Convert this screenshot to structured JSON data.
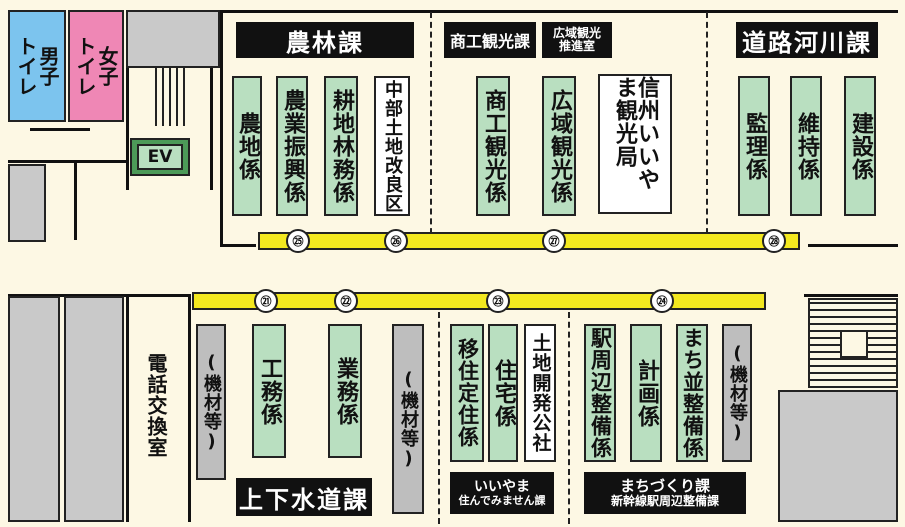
{
  "rooms": {
    "mens_toilet": {
      "col1": "男子",
      "col2": "トイレ",
      "color": "#7cc4ee"
    },
    "womens_toilet": {
      "col1": "女子",
      "col2": "トイレ",
      "color": "#ef87b5"
    },
    "elevator": "EV",
    "telephone_exchange": "電話交換室"
  },
  "departments": {
    "noorin": "農林課",
    "shoko": "商工観光課",
    "kouiki": {
      "line1": "広域観光",
      "line2": "推進室"
    },
    "doro": "道路河川課",
    "jogesui": "上下水道課",
    "iiyama": {
      "line1": "いいやま",
      "line2": "住んでみません課"
    },
    "machizukuri": {
      "line1": "まちづくり課",
      "line2": "新幹線駅周辺整備課"
    }
  },
  "sections_top": [
    {
      "label": "農地係",
      "style": "green"
    },
    {
      "label": "農業振興係",
      "style": "green"
    },
    {
      "label": "耕地林務係",
      "style": "green"
    },
    {
      "label": "中部土地改良区",
      "style": "white"
    },
    {
      "label": "商工観光係",
      "style": "green"
    },
    {
      "label": "広域観光係",
      "style": "green"
    },
    {
      "label": "信州いいやま観光局",
      "style": "white"
    },
    {
      "label": "監理係",
      "style": "green"
    },
    {
      "label": "維持係",
      "style": "green"
    },
    {
      "label": "建設係",
      "style": "green"
    }
  ],
  "sections_bottom": [
    {
      "label": "(機材等)",
      "style": "grey"
    },
    {
      "label": "工務係",
      "style": "green"
    },
    {
      "label": "業務係",
      "style": "green"
    },
    {
      "label": "(機材等)",
      "style": "grey"
    },
    {
      "label": "移住定住係",
      "style": "green"
    },
    {
      "label": "住宅係",
      "style": "green"
    },
    {
      "label": "土地開発公社",
      "style": "white"
    },
    {
      "label": "駅周辺整備係",
      "style": "green"
    },
    {
      "label": "計画係",
      "style": "green"
    },
    {
      "label": "まち並整備係",
      "style": "green"
    },
    {
      "label": "(機材等)",
      "style": "grey"
    }
  ],
  "counters": [
    "㉑",
    "㉒",
    "㉓",
    "㉔",
    "㉕",
    "㉖",
    "㉗",
    "㉘"
  ],
  "colors": {
    "floor": "#fdf8e4",
    "section_green": "#b9dfc0",
    "equipment_grey": "#bebebe",
    "counter_yellow": "#f3e81f",
    "wall": "#111111"
  }
}
